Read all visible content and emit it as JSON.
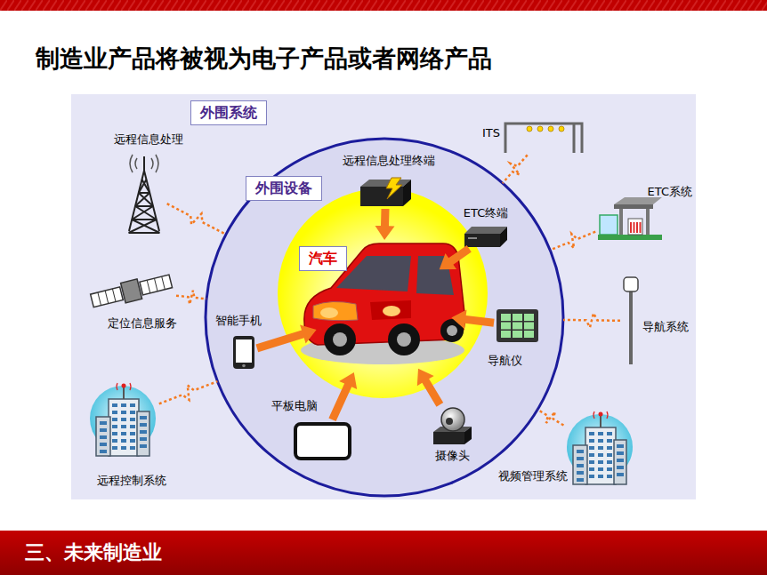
{
  "diagram": {
    "title": "制造业产品将被视为电子产品或者网络产品",
    "nodes": [
      {
        "text": [
          "外围系统"
        ]
      },
      {
        "text": [
          "外围设备"
        ],
        "in": 0
      },
      {
        "text": [
          "汽车"
        ],
        "in": 1
      },
      {
        "text": [
          "远程信息处理终端"
        ],
        "in": 1
      },
      {
        "text": [
          "ETC终端"
        ],
        "in": 1
      },
      {
        "text": [
          "智能手机"
        ],
        "in": 1
      },
      {
        "text": [
          "导航仪"
        ],
        "in": 1
      },
      {
        "text": [
          "平板电脑"
        ],
        "in": 1
      },
      {
        "text": [
          "摄像头"
        ],
        "in": 1
      },
      {
        "text": [
          "远程信息处理"
        ],
        "in": 0
      },
      {
        "text": [
          "ITS"
        ],
        "in": 0
      },
      {
        "text": [
          "ETC系统"
        ],
        "in": 0
      },
      {
        "text": [
          "定位信息服务"
        ],
        "in": 0
      },
      {
        "text": [
          "导航系统"
        ],
        "in": 0
      },
      {
        "text": [
          "远程控制系统"
        ],
        "in": 0
      },
      {
        "text": [
          "视频管理系统"
        ],
        "in": 0
      }
    ],
    "edges": [
      {
        "from": 3,
        "to": 2,
        "arrow": "to"
      },
      {
        "from": 4,
        "to": 2,
        "arrow": "to"
      },
      {
        "from": 5,
        "to": 2,
        "arrow": "to"
      },
      {
        "from": 6,
        "to": 2,
        "arrow": "to"
      },
      {
        "from": 7,
        "to": 2,
        "arrow": "to"
      },
      {
        "from": 8,
        "to": 2,
        "arrow": "to"
      },
      {
        "from": 9,
        "to": 1,
        "arrow": "none"
      },
      {
        "from": 10,
        "to": 1,
        "arrow": "none"
      },
      {
        "from": 11,
        "to": 1,
        "arrow": "none"
      },
      {
        "from": 12,
        "to": 1,
        "arrow": "none"
      },
      {
        "from": 13,
        "to": 1,
        "arrow": "none"
      },
      {
        "from": 14,
        "to": 1,
        "arrow": "none"
      },
      {
        "from": 15,
        "to": 1,
        "arrow": "none"
      }
    ],
    "labels": [
      "三、未来制造业"
    ]
  }
}
